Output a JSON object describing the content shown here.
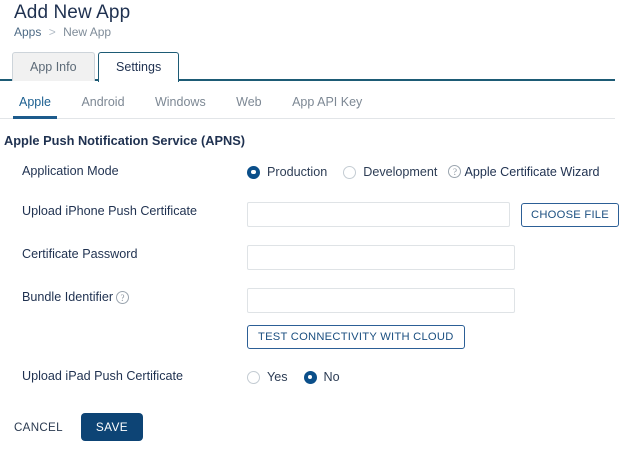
{
  "header": {
    "title": "Add New App",
    "breadcrumb": {
      "root": "Apps",
      "separator": ">",
      "current": "New App"
    }
  },
  "primary_tabs": [
    {
      "label": "App Info",
      "active": false
    },
    {
      "label": "Settings",
      "active": true
    }
  ],
  "platform_tabs": [
    {
      "label": "Apple",
      "active": true
    },
    {
      "label": "Android",
      "active": false
    },
    {
      "label": "Windows",
      "active": false
    },
    {
      "label": "Web",
      "active": false
    },
    {
      "label": "App API Key",
      "active": false
    }
  ],
  "section": {
    "title": "Apple Push Notification Service (APNS)"
  },
  "form": {
    "application_mode": {
      "label": "Application Mode",
      "options": [
        {
          "label": "Production",
          "selected": true
        },
        {
          "label": "Development",
          "selected": false
        }
      ],
      "wizard_link": "Apple Certificate Wizard",
      "wizard_help_icon": "help-circle-icon",
      "wizard_help_glyph": "?"
    },
    "iphone_certificate": {
      "label": "Upload iPhone Push Certificate",
      "value": "",
      "placeholder": "",
      "choose_file_label": "CHOOSE FILE"
    },
    "certificate_password": {
      "label": "Certificate Password",
      "value": "",
      "placeholder": ""
    },
    "bundle_identifier": {
      "label": "Bundle Identifier",
      "value": "",
      "placeholder": "",
      "help_icon": "help-circle-icon",
      "help_glyph": "?"
    },
    "test_connectivity": {
      "label": "TEST CONNECTIVITY WITH CLOUD"
    },
    "ipad_certificate": {
      "label": "Upload iPad Push Certificate",
      "options": [
        {
          "label": "Yes",
          "selected": false
        },
        {
          "label": "No",
          "selected": true
        }
      ]
    }
  },
  "actions": {
    "cancel_label": "CANCEL",
    "save_label": "SAVE"
  },
  "colors": {
    "accent_blue": "#1d5b8c",
    "tab_rule": "#1d5b75",
    "primary_button": "#0d4475",
    "outline_button_border": "#2c5f96",
    "text_dark": "#1f3150",
    "text_muted": "#7d8894"
  }
}
